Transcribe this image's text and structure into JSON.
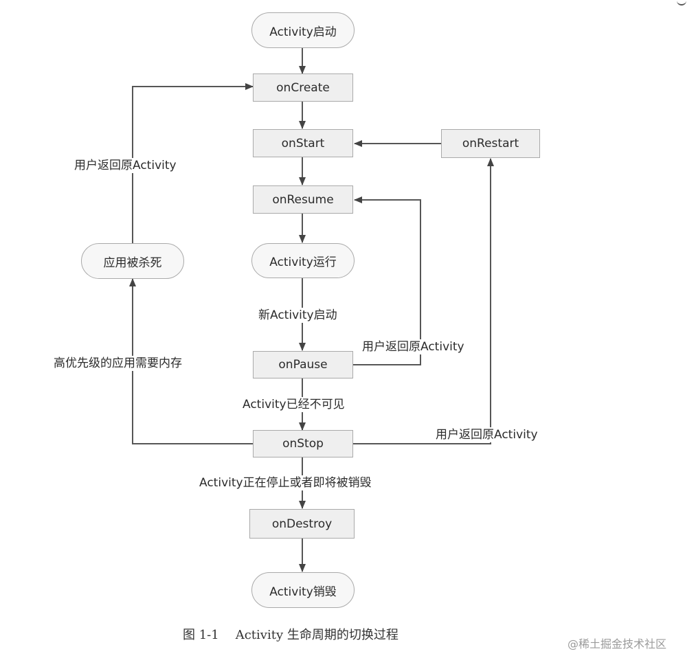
{
  "nodes": {
    "activity_start": "Activity启动",
    "on_create": "onCreate",
    "on_start": "onStart",
    "on_restart": "onRestart",
    "on_resume": "onResume",
    "activity_running": "Activity运行",
    "app_killed": "应用被杀死",
    "on_pause": "onPause",
    "on_stop": "onStop",
    "on_destroy": "onDestroy",
    "activity_destroyed": "Activity销毁"
  },
  "labels": {
    "return_to_create": "用户返回原Activity",
    "new_activity_start": "新Activity启动",
    "return_to_resume": "用户返回原Activity",
    "high_priority_memory": "高优先级的应用需要内存",
    "activity_invisible": "Activity已经不可见",
    "return_to_restart": "用户返回原Activity",
    "activity_stopping": "Activity正在停止或者即将被销毁"
  },
  "caption": {
    "number": "图 1-1",
    "text": "Activity 生命周期的切换过程"
  },
  "watermark": "@稀土掘金技术社区"
}
